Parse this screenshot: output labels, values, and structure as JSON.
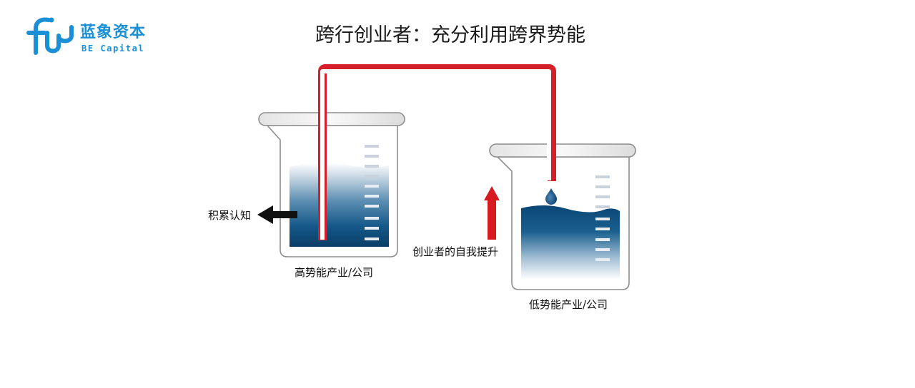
{
  "brand": {
    "name": "蓝象资本",
    "subname": "BE Capital",
    "color": "#1b8fd6"
  },
  "title": "跨行创业者：充分利用跨界势能",
  "labels": {
    "accumulate": "积累认知",
    "high_beaker": "高势能产业/公司",
    "low_beaker": "低势能产业/公司",
    "self_improve": "创业者的自我提升"
  },
  "colors": {
    "tube": "#d3202a",
    "water_dark": "#0e4e7c",
    "arrow_up": "#d71920",
    "arrow_left": "#111111"
  },
  "icons": [
    "logo-mark-icon",
    "water-drop-icon",
    "arrow-left-icon",
    "arrow-up-icon"
  ]
}
